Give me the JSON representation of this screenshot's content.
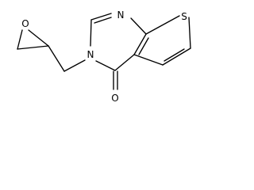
{
  "diagram": {
    "type": "chemical-structure",
    "atoms": {
      "S": "S",
      "N1": "N",
      "N3": "N",
      "O_carbonyl": "O",
      "O_epoxide": "O"
    },
    "line_color": "#000000",
    "background": "#ffffff"
  }
}
